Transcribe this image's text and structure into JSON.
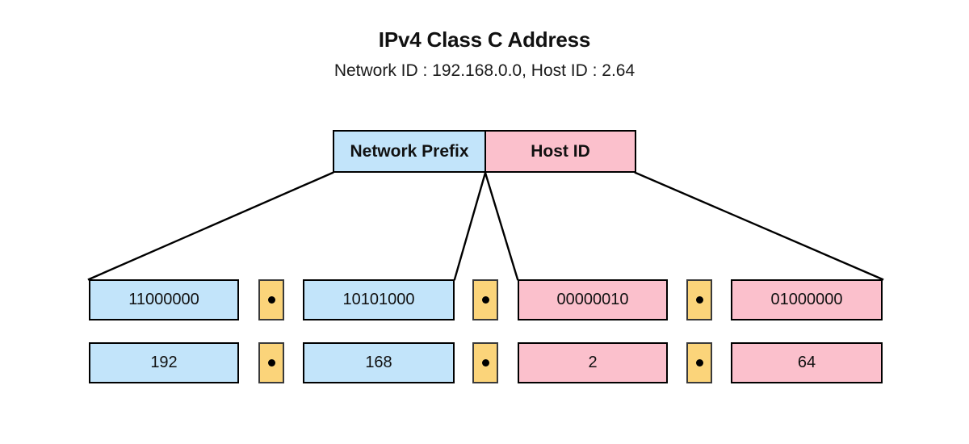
{
  "header": {
    "title": "IPv4 Class C Address",
    "subtitle": "Network ID : 192.168.0.0, Host ID : 2.64"
  },
  "top_bar": {
    "network_prefix_label": "Network Prefix",
    "host_id_label": "Host ID"
  },
  "binary_row": {
    "octets": [
      {
        "value": "11000000",
        "part": "network"
      },
      {
        "value": "10101000",
        "part": "network"
      },
      {
        "value": "00000010",
        "part": "host"
      },
      {
        "value": "01000000",
        "part": "host"
      }
    ],
    "separators": [
      ".",
      ".",
      "."
    ]
  },
  "decimal_row": {
    "octets": [
      {
        "value": "192",
        "part": "network"
      },
      {
        "value": "168",
        "part": "network"
      },
      {
        "value": "2",
        "part": "host"
      },
      {
        "value": "64",
        "part": "host"
      }
    ],
    "separators": [
      ".",
      ".",
      "."
    ]
  },
  "colors": {
    "network_blue": "#c2e4fa",
    "host_pink": "#fbc0cc",
    "separator_yellow": "#fbd47a",
    "outline": "#000000",
    "background": "#ffffff",
    "text": "#111111"
  }
}
